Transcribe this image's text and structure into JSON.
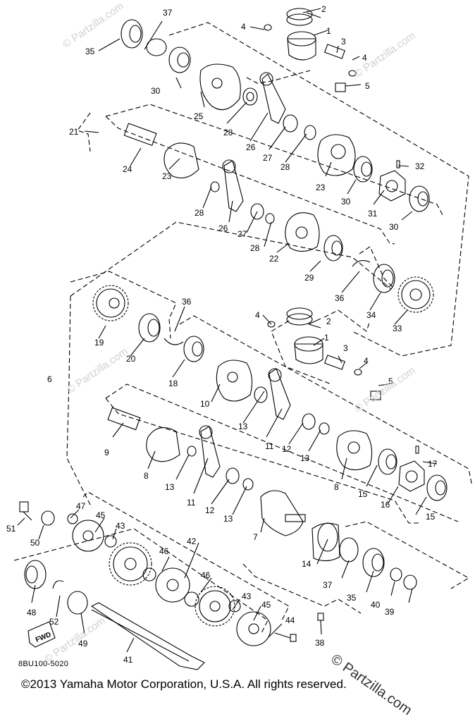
{
  "watermark": "Partzilla.com",
  "watermark_symbol": "©",
  "diagram_code": "8BU100-5020",
  "copyright": "©2013  Yamaha Motor Corporation, U.S.A. All rights reserved.",
  "arrow_label": "FWD",
  "callouts": [
    {
      "n": "37"
    },
    {
      "n": "2"
    },
    {
      "n": "4"
    },
    {
      "n": "1"
    },
    {
      "n": "35"
    },
    {
      "n": "3"
    },
    {
      "n": "4"
    },
    {
      "n": "30"
    },
    {
      "n": "5"
    },
    {
      "n": "25"
    },
    {
      "n": "28"
    },
    {
      "n": "21"
    },
    {
      "n": "26"
    },
    {
      "n": "27"
    },
    {
      "n": "28"
    },
    {
      "n": "24"
    },
    {
      "n": "23"
    },
    {
      "n": "23"
    },
    {
      "n": "30"
    },
    {
      "n": "32"
    },
    {
      "n": "28"
    },
    {
      "n": "31"
    },
    {
      "n": "30"
    },
    {
      "n": "26"
    },
    {
      "n": "27"
    },
    {
      "n": "28"
    },
    {
      "n": "22"
    },
    {
      "n": "29"
    },
    {
      "n": "36"
    },
    {
      "n": "34"
    },
    {
      "n": "33"
    },
    {
      "n": "36"
    },
    {
      "n": "4"
    },
    {
      "n": "2"
    },
    {
      "n": "1"
    },
    {
      "n": "19"
    },
    {
      "n": "20"
    },
    {
      "n": "18"
    },
    {
      "n": "3"
    },
    {
      "n": "4"
    },
    {
      "n": "6"
    },
    {
      "n": "5"
    },
    {
      "n": "10"
    },
    {
      "n": "13"
    },
    {
      "n": "9"
    },
    {
      "n": "11"
    },
    {
      "n": "12"
    },
    {
      "n": "13"
    },
    {
      "n": "8"
    },
    {
      "n": "17"
    },
    {
      "n": "13"
    },
    {
      "n": "8"
    },
    {
      "n": "15"
    },
    {
      "n": "16"
    },
    {
      "n": "11"
    },
    {
      "n": "12"
    },
    {
      "n": "13"
    },
    {
      "n": "15"
    },
    {
      "n": "47"
    },
    {
      "n": "45"
    },
    {
      "n": "43"
    },
    {
      "n": "7"
    },
    {
      "n": "51"
    },
    {
      "n": "50"
    },
    {
      "n": "42"
    },
    {
      "n": "46"
    },
    {
      "n": "14"
    },
    {
      "n": "46"
    },
    {
      "n": "37"
    },
    {
      "n": "35"
    },
    {
      "n": "40"
    },
    {
      "n": "39"
    },
    {
      "n": "43"
    },
    {
      "n": "45"
    },
    {
      "n": "48"
    },
    {
      "n": "52"
    },
    {
      "n": "49"
    },
    {
      "n": "44"
    },
    {
      "n": "38"
    },
    {
      "n": "41"
    }
  ]
}
